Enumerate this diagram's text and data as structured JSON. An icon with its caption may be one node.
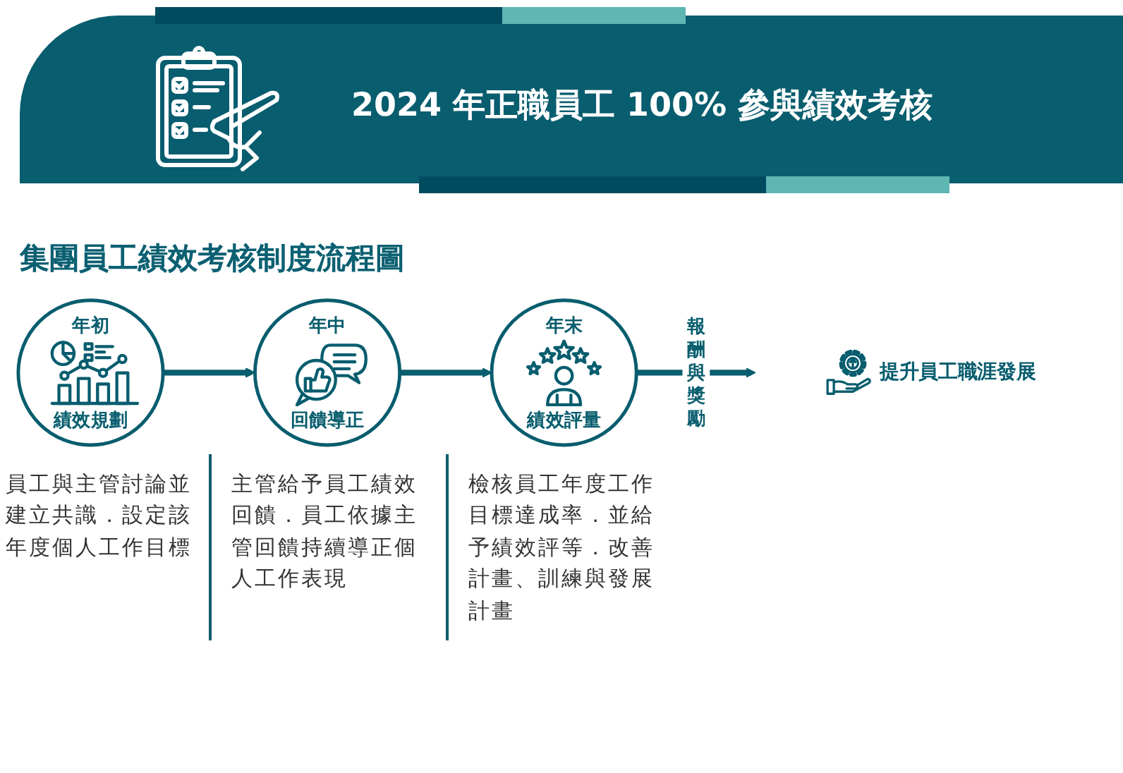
{
  "diagram": {
    "title": "2024 年正職員工 100% 參與績效考核",
    "nodes": [
      {
        "text": [
          "年初",
          "績效規劃"
        ],
        "beside": [
          "員工與主管討論並建立共識．設定該年度個人工作目標"
        ]
      },
      {
        "text": [
          "年中",
          "回饋導正"
        ],
        "beside": [
          "主管給予員工績效回饋．員工依據主管回饋持續導正個人工作表現"
        ]
      },
      {
        "text": [
          "年末",
          "績效評量"
        ],
        "beside": [
          "檢核員工年度工作目標達成率．並給予績效評等．改善計畫、訓練與發展計畫"
        ]
      },
      {
        "text": [
          "提升員工職涯發展"
        ]
      }
    ],
    "edges": [
      {
        "from": 0,
        "to": 1,
        "arrow": "to"
      },
      {
        "from": 1,
        "to": 2,
        "arrow": "to"
      },
      {
        "from": 2,
        "to": 3,
        "arrow": "to",
        "label": "報酬與獎勵"
      }
    ],
    "labels": [
      "集團員工績效考核制度流程圖"
    ]
  }
}
